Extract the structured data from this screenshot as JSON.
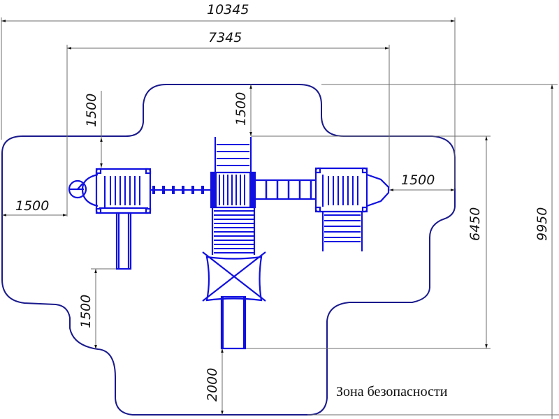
{
  "drawing": {
    "type": "playground plan view with safety zone",
    "zone_label": "Зона безопасности",
    "colors": {
      "equipment": "#1010e0",
      "zone_outline": "#1a1a8c",
      "dimension_lines": "#6e6e6e",
      "text": "#111111"
    },
    "dimensions": {
      "overall_width": "10345",
      "equipment_width": "7345",
      "overall_height": "9950",
      "equipment_height": "6450",
      "clearance_top_left": "1500",
      "clearance_top_center": "1500",
      "clearance_left": "1500",
      "clearance_right": "1500",
      "clearance_bottom_left": "1500",
      "clearance_bottom_slide": "2000"
    },
    "units": "mm"
  }
}
